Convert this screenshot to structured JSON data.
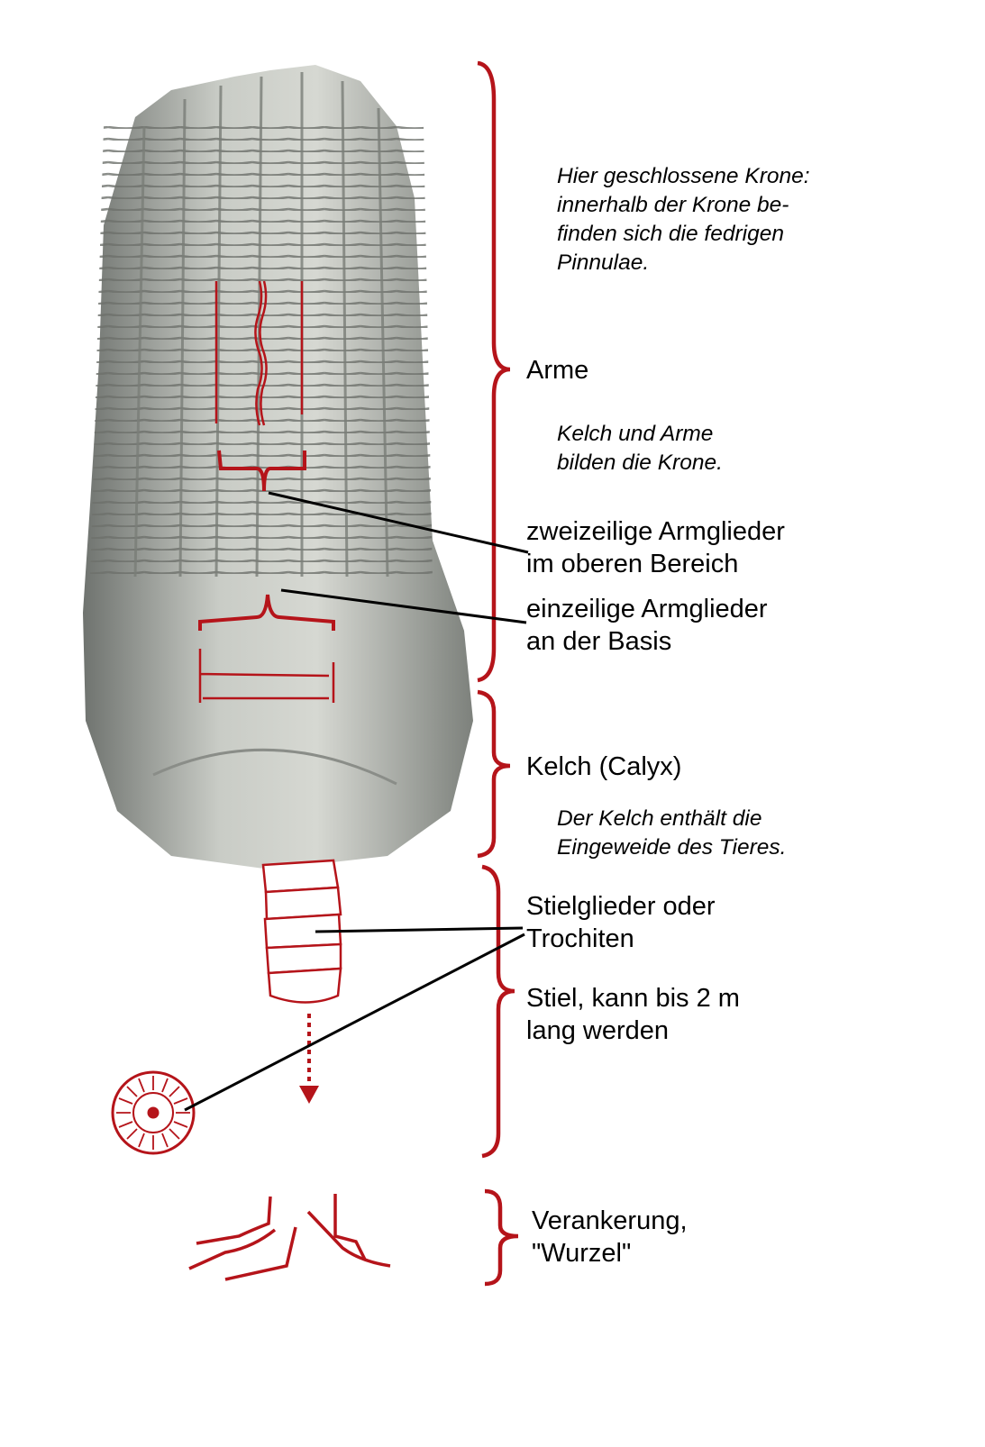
{
  "colors": {
    "accent": "#b5141a",
    "line": "#000000",
    "fossil": "#a9aca6"
  },
  "labels": {
    "arme": "Arme",
    "krone_note": [
      "Hier geschlossene Krone:",
      "innerhalb der Krone be-",
      "finden sich die fedrigen",
      "Pinnulae."
    ],
    "kelch_arme_note": [
      "Kelch und Arme",
      "bilden die Krone."
    ],
    "zweizeilig": [
      "zweizeilige Armglieder",
      "im oberen Bereich"
    ],
    "einzeilig": [
      "einzeilige Armglieder",
      "an der Basis"
    ],
    "kelch": "Kelch (Calyx)",
    "kelch_note": [
      "Der Kelch enthält die",
      "Eingeweide des Tieres."
    ],
    "stielglieder": [
      "Stielglieder oder",
      "Trochiten"
    ],
    "stiel": [
      "Stiel, kann bis 2 m",
      "lang werden"
    ],
    "verankerung": [
      "Verankerung,",
      "\"Wurzel\""
    ]
  }
}
